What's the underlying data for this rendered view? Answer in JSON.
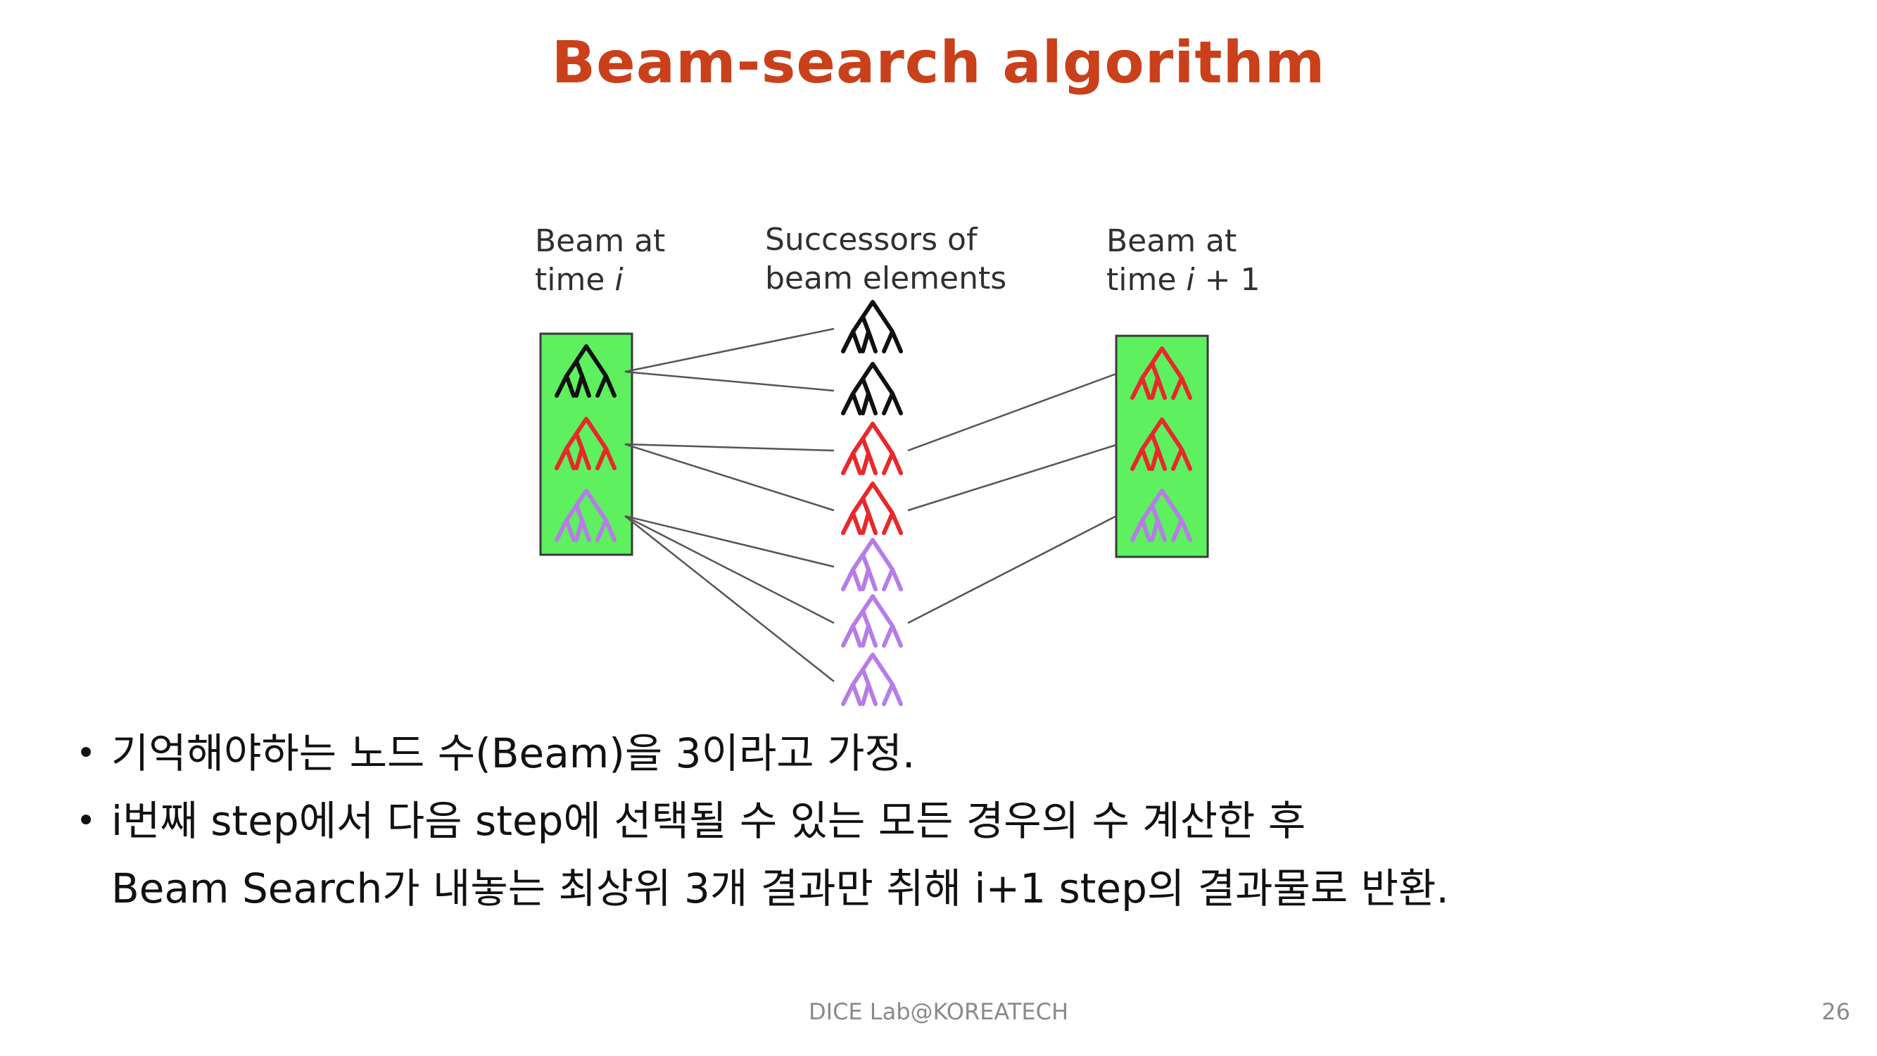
{
  "slide": {
    "title": "Beam-search algorithm",
    "footer": "DICE Lab@KOREATECH",
    "page_number": "26"
  },
  "diagram": {
    "left_label": [
      "Beam at",
      "time i"
    ],
    "middle_label": [
      "Successors of",
      "beam elements"
    ],
    "right_label": [
      "Beam at",
      "time i + 1"
    ],
    "box_fill": "#5ef05e",
    "colors": {
      "black": "#111111",
      "red": "#e8282a",
      "purple": "#b67ce8",
      "link": "#555555"
    },
    "beam_i": [
      "black",
      "red",
      "purple"
    ],
    "successors": [
      "black",
      "black",
      "red",
      "red",
      "purple",
      "purple",
      "purple"
    ],
    "beam_i_plus_1": [
      "red",
      "red",
      "purple"
    ],
    "links_left": [
      [
        0,
        0
      ],
      [
        0,
        1
      ],
      [
        1,
        2
      ],
      [
        1,
        3
      ],
      [
        2,
        4
      ],
      [
        2,
        5
      ],
      [
        2,
        6
      ]
    ],
    "links_right": [
      [
        2,
        0
      ],
      [
        3,
        1
      ],
      [
        5,
        2
      ]
    ]
  },
  "bullets": [
    [
      "기억해야하는 노드 수(Beam)을 3이라고 가정."
    ],
    [
      "i번째 step에서 다음 step에 선택될 수 있는 모든 경우의 수 계산한 후",
      "Beam Search가 내놓는 최상위 3개 결과만 취해 i+1 step의 결과물로 반환."
    ]
  ]
}
